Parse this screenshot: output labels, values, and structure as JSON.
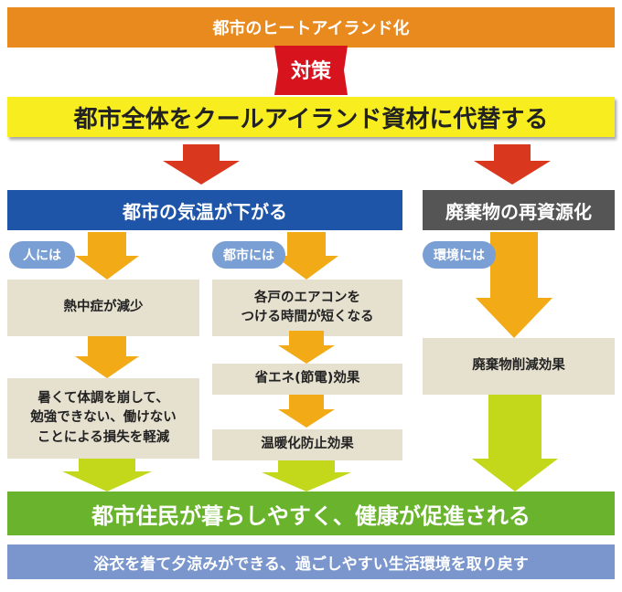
{
  "header": {
    "title": "都市のヒートアイランド化"
  },
  "badge": {
    "label": "対策"
  },
  "main_action": {
    "label": "都市全体をクールアイランド資材に代替する"
  },
  "effects": {
    "left_title": "都市の気温が下がる",
    "right_title": "廃棄物の再資源化"
  },
  "columns": {
    "people": {
      "tag": "人には",
      "box1": "熱中症が減少",
      "box2": [
        "暑くて体調を崩して、",
        "勉強できない、働けない",
        "ことによる損失を軽減"
      ]
    },
    "city": {
      "tag": "都市には",
      "box1": [
        "各戸のエアコンを",
        "つける時間が短くなる"
      ],
      "box2": "省エネ(節電)効果",
      "box3": "温暖化防止効果"
    },
    "environment": {
      "tag": "環境には",
      "box1": "廃棄物削減効果"
    }
  },
  "outcome": {
    "label": "都市住民が暮らしやすく、健康が促進される"
  },
  "footer": {
    "label": "浴衣を着て夕涼みができる、過ごしやすい生活環境を取り戻す"
  },
  "colors": {
    "header": "#e98a1e",
    "badge": "#d7141e",
    "main": "#f8ee1f",
    "blue": "#1f55a8",
    "gray": "#555555",
    "pill": "#7a9fd4",
    "box": "#e6e0cf",
    "arrow_orange": "#f2aa17",
    "arrow_red": "#d9381e",
    "arrow_green": "#c3d81a",
    "outcome": "#6ab42d",
    "footer": "#7a96cc"
  }
}
